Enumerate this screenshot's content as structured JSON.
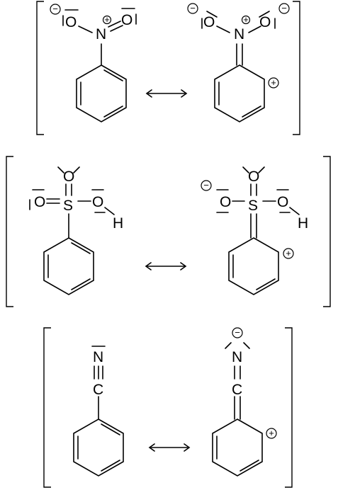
{
  "diagram": {
    "structures": [
      {
        "name": "nitrobenzene",
        "atoms": {
          "n": "N",
          "o_left": "O",
          "o_right": "O"
        },
        "charges": {
          "o_left_neg": "−",
          "n_pos": "+"
        },
        "resonance_charges": {
          "o_left_neg": "−",
          "o_right_neg": "−",
          "n_pos": "+",
          "ring_pos": "+"
        }
      },
      {
        "name": "benzenesulfonic-acid",
        "atoms": {
          "s": "S",
          "o_top": "O",
          "o_left": "O",
          "o_right": "O",
          "h": "H"
        },
        "resonance_charges": {
          "o_left_neg": "−",
          "ring_pos": "+"
        }
      },
      {
        "name": "benzonitrile",
        "atoms": {
          "n": "N",
          "c": "C"
        },
        "resonance_charges": {
          "n_neg": "−",
          "ring_pos": "+"
        }
      }
    ],
    "arrow": "resonance-arrow",
    "colors": {
      "ink": "#000000",
      "background": "#ffffff"
    }
  }
}
